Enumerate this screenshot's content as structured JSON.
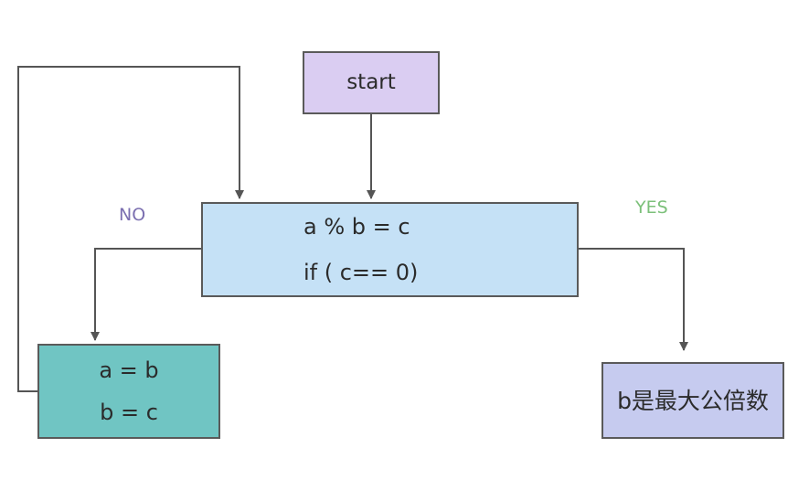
{
  "diagram": {
    "start": {
      "text": "start"
    },
    "process": {
      "line1": "a % b = c",
      "line2": "if ( c== 0)"
    },
    "swap": {
      "line1": "a = b",
      "line2": "b = c"
    },
    "result": {
      "text": "b是最大公倍数"
    },
    "edges": {
      "no_label": "NO",
      "yes_label": "YES"
    }
  },
  "colors": {
    "start_fill": "#dacdf2",
    "process_fill": "#c5e1f6",
    "swap_fill": "#70c5c3",
    "result_fill": "#c6cbef",
    "no_label": "#7b6fb0",
    "yes_label": "#7cc07a",
    "line": "#555555"
  }
}
